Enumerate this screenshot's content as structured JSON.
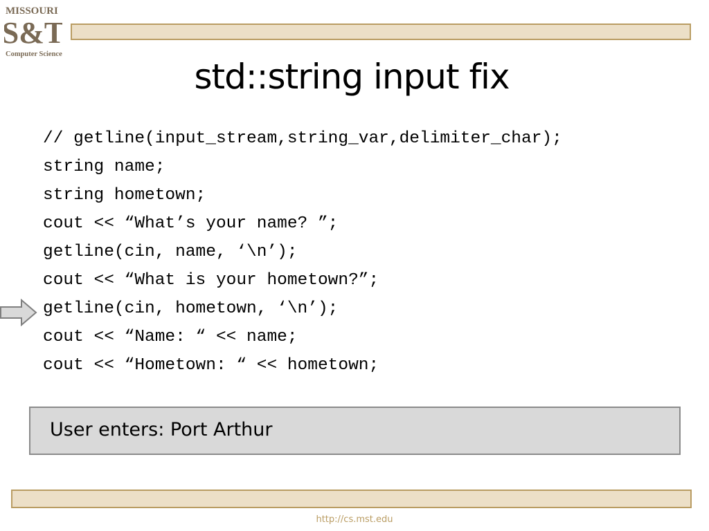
{
  "logo": {
    "top_text": "MISSOURI",
    "mark_text": "S&T",
    "bottom_text": "Computer Science",
    "color": "#7a6a55"
  },
  "slide": {
    "title": "std::string input fix",
    "code_lines": [
      "// getline(input_stream,string_var,delimiter_char);",
      "string name;",
      "string hometown;",
      "cout << “What’s your name? ”;",
      "getline(cin, name, ‘\\n’);",
      "cout << “What is your hometown?”;",
      "getline(cin, hometown, ‘\\n’);",
      "cout << “Name: “ << name;",
      "cout << “Hometown: “ << hometown;"
    ],
    "pointer_icon": "right-arrow-icon",
    "callout_text": "User enters: Port Arthur",
    "footer_url": "http://cs.mst.edu"
  },
  "colors": {
    "accent_bar_fill": "#ecdfc7",
    "accent_bar_border": "#b99c62",
    "callout_fill": "#d9d9d9",
    "footer_text": "#b99c62"
  }
}
